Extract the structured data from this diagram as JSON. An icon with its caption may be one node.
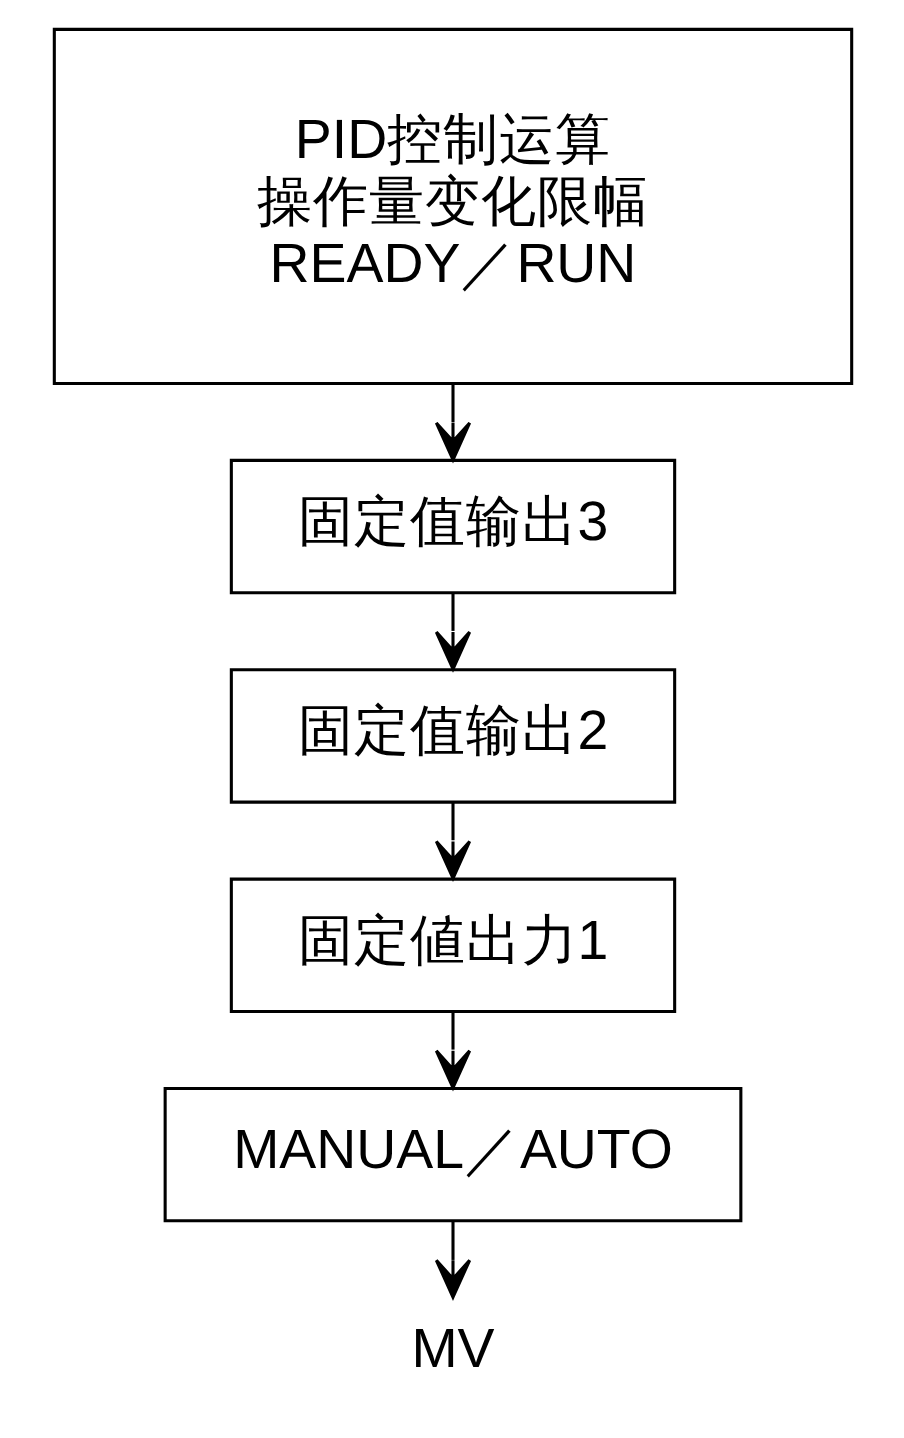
{
  "diagram": {
    "nodes": [
      {
        "text": [
          "PID控制运算",
          "操作量变化限幅",
          "READY／RUN"
        ]
      },
      {
        "text": [
          "固定值输出3"
        ]
      },
      {
        "text": [
          "固定值输出2"
        ]
      },
      {
        "text": [
          "固定値出力1"
        ]
      },
      {
        "text": [
          "MANUAL／AUTO"
        ]
      },
      {
        "text": [
          "MV"
        ]
      }
    ],
    "edges": [
      {
        "from": 0,
        "to": 1,
        "arrow": "to"
      },
      {
        "from": 1,
        "to": 2,
        "arrow": "to"
      },
      {
        "from": 2,
        "to": 3,
        "arrow": "to"
      },
      {
        "from": 3,
        "to": 4,
        "arrow": "to"
      },
      {
        "from": 4,
        "to": 5,
        "arrow": "to"
      }
    ]
  }
}
